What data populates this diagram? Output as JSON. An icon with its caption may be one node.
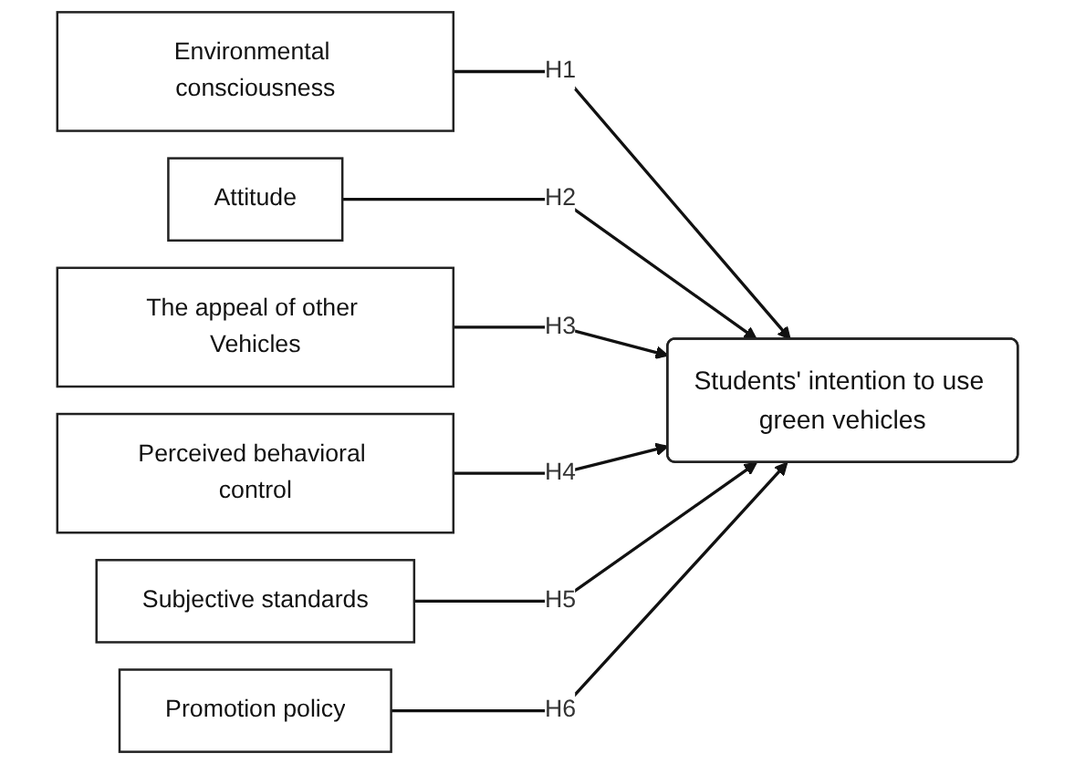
{
  "diagram": {
    "nodes": [
      {
        "text": [
          "Environmental consciousness"
        ]
      },
      {
        "text": [
          "Attitude"
        ]
      },
      {
        "text": [
          "The appeal of other Vehicles"
        ]
      },
      {
        "text": [
          "Perceived behavioral control"
        ]
      },
      {
        "text": [
          "Subjective standards"
        ]
      },
      {
        "text": [
          "Promotion policy"
        ]
      },
      {
        "text": [
          "Students' intention to use green vehicles"
        ]
      }
    ],
    "edges": [
      {
        "from": 0,
        "to": 6,
        "arrow": "to",
        "label": "H1"
      },
      {
        "from": 1,
        "to": 6,
        "arrow": "to",
        "label": "H2"
      },
      {
        "from": 2,
        "to": 6,
        "arrow": "to",
        "label": "H3"
      },
      {
        "from": 3,
        "to": 6,
        "arrow": "to",
        "label": "H4"
      },
      {
        "from": 4,
        "to": 6,
        "arrow": "to",
        "label": "H5"
      },
      {
        "from": 5,
        "to": 6,
        "arrow": "to",
        "label": "H6"
      }
    ]
  }
}
